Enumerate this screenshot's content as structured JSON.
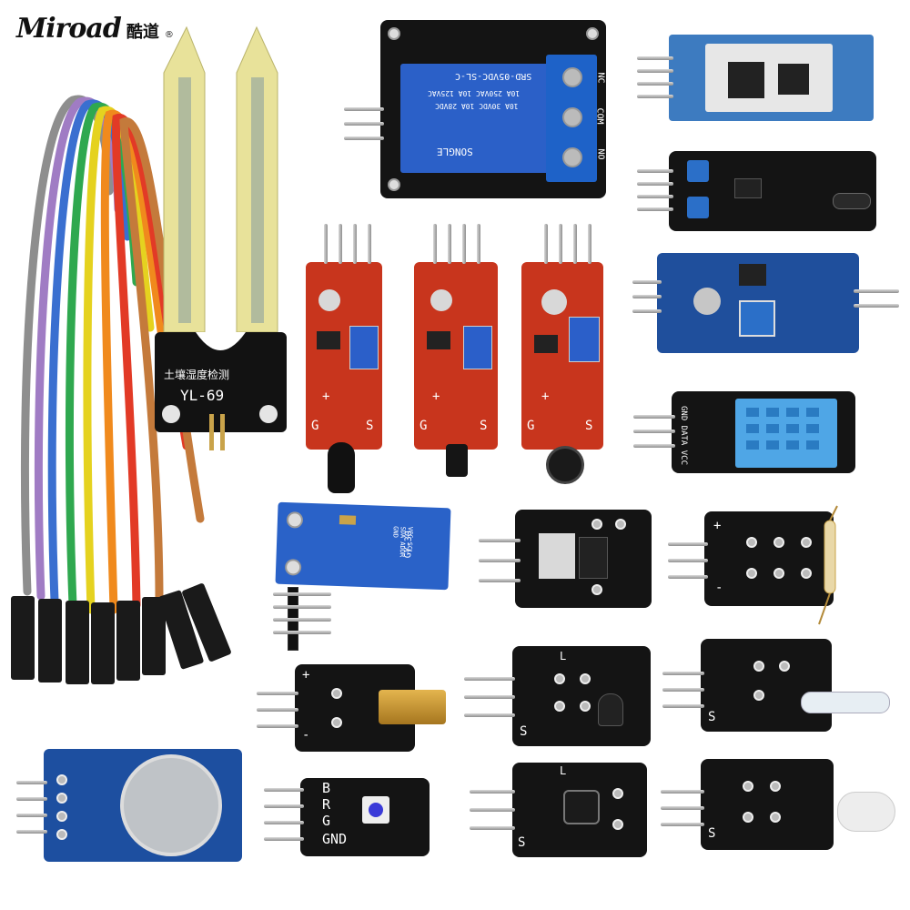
{
  "brand": {
    "latin": "Miroad",
    "cjk": "酷道",
    "reg": "®"
  },
  "soil_probe": {
    "label": "YL-69",
    "cjk": "土壤湿度检测"
  },
  "relay": {
    "line1": "SRD-05VDC-SL-C",
    "line2": "10A 250VAC 10A 125VAC",
    "line3": "10A 30VDC 10A 28VDC",
    "brand": "SONGLE",
    "nc": "NC",
    "com": "COM",
    "no": "NO"
  },
  "light_sensor": {
    "label": "GY-30",
    "pins": "VCC SCL SDA ADDR GND"
  },
  "dht": {
    "pins": "GND DATA VCC"
  },
  "rgb_led": {
    "b": "B",
    "r": "R",
    "g": "G",
    "gnd": "GND"
  },
  "red_boards": [
    {
      "g": "G",
      "s": "S",
      "plus": "+"
    },
    {
      "g": "G",
      "s": "S",
      "plus": "+"
    },
    {
      "g": "G",
      "s": "S",
      "plus": "+"
    }
  ],
  "small_boards": {
    "s_label": "S",
    "minus": "-",
    "plus": "+",
    "l": "L"
  },
  "wire_colors": [
    "#8e8e8e",
    "#a07cc4",
    "#3a6fd0",
    "#2fa84f",
    "#e5d21f",
    "#f08a1d",
    "#e23a26",
    "#c47a3b"
  ]
}
